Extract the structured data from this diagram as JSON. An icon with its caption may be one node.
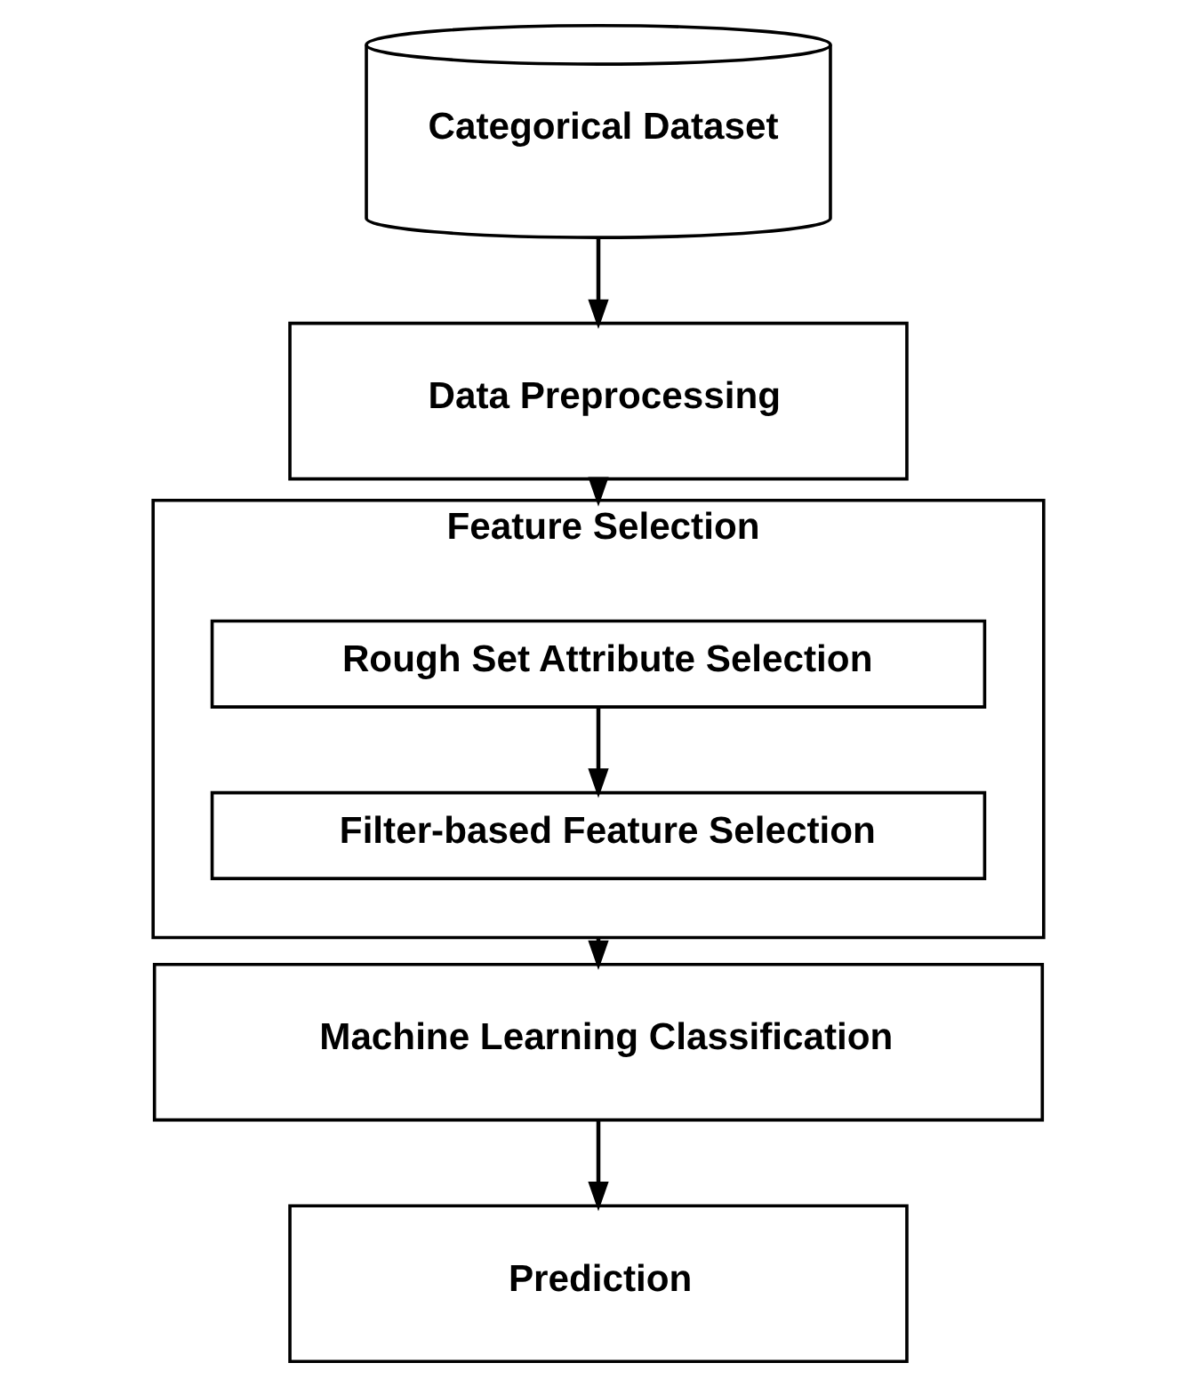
{
  "diagram": {
    "nodes": [
      {
        "text": [
          "Categorical Dataset"
        ]
      },
      {
        "text": [
          "Data Preprocessing"
        ]
      },
      {
        "text": [
          "Feature Selection"
        ]
      },
      {
        "text": [
          "Rough Set Attribute Selection"
        ],
        "in": 2
      },
      {
        "text": [
          "Filter-based Feature Selection"
        ],
        "in": 2
      },
      {
        "text": [
          "Machine Learning Classification"
        ]
      },
      {
        "text": [
          "Prediction"
        ]
      }
    ],
    "edges": [
      {
        "from": 0,
        "to": 1,
        "arrow": "to"
      },
      {
        "from": 1,
        "to": 2,
        "arrow": "to"
      },
      {
        "from": 3,
        "to": 4,
        "arrow": "to"
      },
      {
        "from": 2,
        "to": 5,
        "arrow": "to"
      },
      {
        "from": 5,
        "to": 6,
        "arrow": "to"
      }
    ]
  }
}
